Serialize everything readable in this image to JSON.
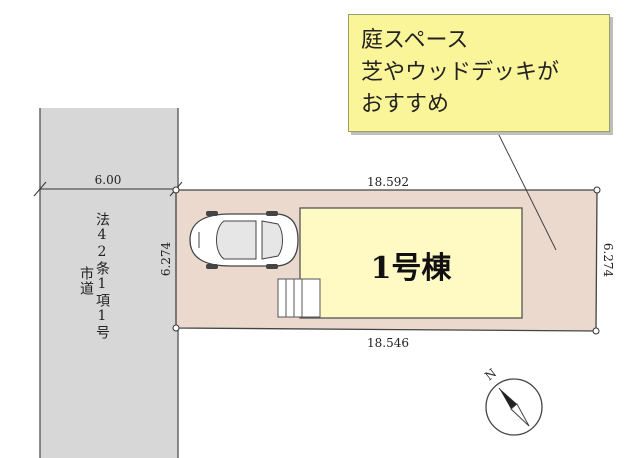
{
  "note": {
    "lines": [
      "庭スペース",
      "芝やウッドデッキが",
      "おすすめ"
    ]
  },
  "dimensions": {
    "road_width": "6.00",
    "top_edge": "18.592",
    "bottom_edge": "18.546",
    "left_edge": "6.274",
    "right_edge": "6.274"
  },
  "road": {
    "line1": "法42条1項1号",
    "line2": "市道"
  },
  "building": {
    "label": "1号棟"
  },
  "colors": {
    "road": "#d7d7d7",
    "lot": "#ead9cc",
    "note_bg": "#fbf59a",
    "building": "#fff9c4"
  }
}
